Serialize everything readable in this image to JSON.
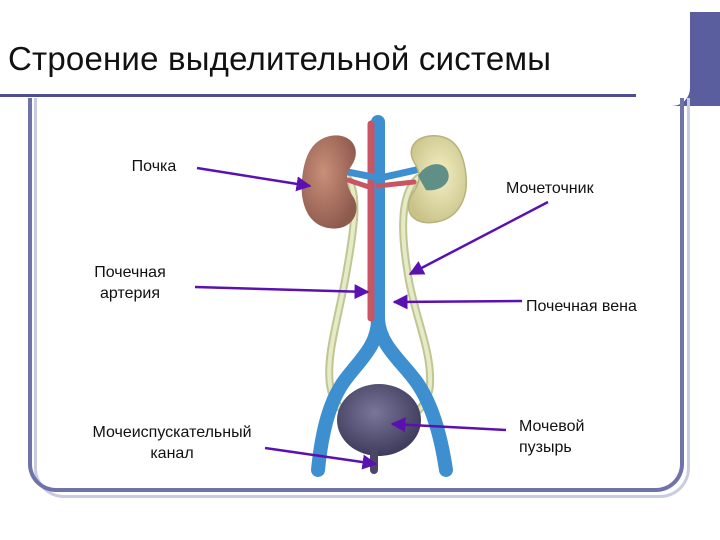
{
  "slide": {
    "title": "Строение выделительной системы"
  },
  "labels": {
    "kidney": "Почка",
    "renal_artery": "Почечная\nартерия",
    "urethra": "Мочеиспускательный\nканал",
    "ureter": "Мочеточник",
    "renal_vein": "Почечная вена",
    "bladder": "Мочевой\nпузырь"
  },
  "colors": {
    "title_bar": "#5a5e9e",
    "frame": "#6f73a8",
    "pointer": "#5b11b0",
    "kidney_left": "#b47a66",
    "kidney_right": "#e8e2a8",
    "vein": "#3d8fcf",
    "artery": "#c85563",
    "ureter": "#d6dcae",
    "bladder": "#5e5a7a"
  }
}
